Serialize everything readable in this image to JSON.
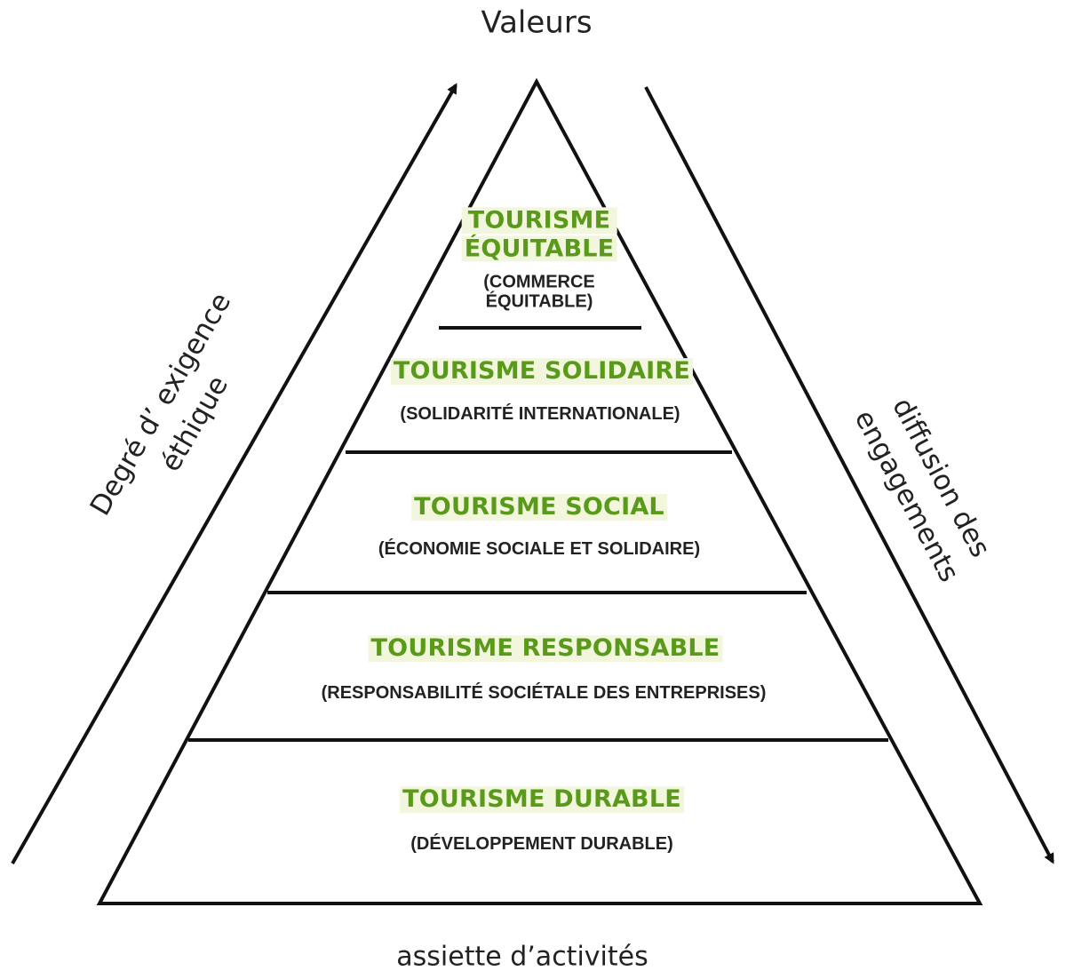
{
  "labels": {
    "top": "Valeurs",
    "bottom": "assiette d’activités",
    "left_line1": "Degré d’ exigence",
    "left_line2": "éthique",
    "right_line1": "diffusion des",
    "right_line2": "engagements"
  },
  "tiers": [
    {
      "title_line1": "TOURISME",
      "title_line2": "ÉQUITABLE",
      "subtitle_line1": "(COMMERCE",
      "subtitle_line2": "ÉQUITABLE)"
    },
    {
      "title": "TOURISME SOLIDAIRE",
      "subtitle": "(SOLIDARITÉ INTERNATIONALE)"
    },
    {
      "title": "TOURISME SOCIAL",
      "subtitle": "(ÉCONOMIE SOCIALE ET SOLIDAIRE)"
    },
    {
      "title": "TOURISME RESPONSABLE",
      "subtitle": "(RESPONSABILITÉ SOCIÉTALE DES ENTREPRISES)"
    },
    {
      "title": "TOURISME DURABLE",
      "subtitle": "(DÉVELOPPEMENT DURABLE)"
    }
  ],
  "colors": {
    "title_text": "#5a9a1a",
    "title_highlight": "#f1f6dc",
    "line": "#111111"
  }
}
